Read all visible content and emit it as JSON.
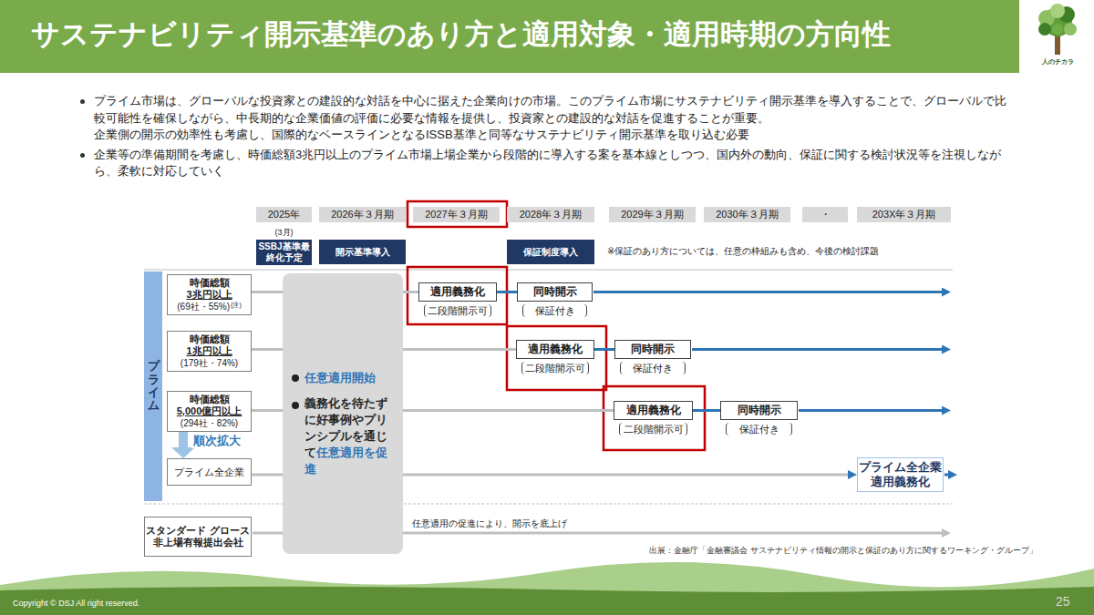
{
  "diagram": {
    "title": "サステナビリティ開示基準のあり方と適用対象・適用時期の方向性",
    "nodes": [
      {
        "text": [
          "2025年"
        ]
      },
      {
        "text": [
          "2026年３月期"
        ]
      },
      {
        "text": [
          "2027年３月期"
        ]
      },
      {
        "text": [
          "2028年３月期"
        ]
      },
      {
        "text": [
          "2029年３月期"
        ]
      },
      {
        "text": [
          "2030年３月期"
        ]
      },
      {
        "text": [
          "・"
        ]
      },
      {
        "text": [
          "203X年３月期"
        ]
      },
      {
        "text": [
          "(3月)",
          "SSBJ基準最終化予定"
        ]
      },
      {
        "text": [
          "開示基準導入"
        ]
      },
      {
        "text": [
          "保証制度導入"
        ]
      },
      {
        "text": [
          "プライム"
        ]
      },
      {
        "text": [
          "時価総額",
          "3兆円以上",
          "(69社・55%)",
          "(注)"
        ]
      },
      {
        "text": [
          "時価総額",
          "1兆円以上",
          "(179社・74%)"
        ]
      },
      {
        "text": [
          "時価総額",
          "5,000億円以上",
          "(294社・82%)"
        ]
      },
      {
        "text": [
          "プライム全企業"
        ]
      },
      {
        "text": [
          "任意適用開始",
          "義務化を待たずに好事例やプリンシプルを通じて",
          "任意適用を促進"
        ]
      },
      {
        "text": [
          "適用義務化",
          "二段階開示可"
        ]
      },
      {
        "text": [
          "同時開示",
          "保証付き"
        ]
      },
      {
        "text": [
          "適用義務化",
          "二段階開示可"
        ]
      },
      {
        "text": [
          "同時開示",
          "保証付き"
        ]
      },
      {
        "text": [
          "適用義務化",
          "二段階開示可"
        ]
      },
      {
        "text": [
          "同時開示",
          "保証付き"
        ]
      },
      {
        "text": [
          "プライム全企業 適用義務化"
        ]
      },
      {
        "text": [
          "スタンダード グロース 非上場有報提出会社"
        ]
      }
    ],
    "edges": [
      {
        "from": 12,
        "to": 17,
        "arrow": "none"
      },
      {
        "from": 17,
        "to": 18,
        "arrow": "none"
      },
      {
        "from": 13,
        "to": 19,
        "arrow": "none"
      },
      {
        "from": 19,
        "to": 20,
        "arrow": "none"
      },
      {
        "from": 14,
        "to": 21,
        "arrow": "none"
      },
      {
        "from": 21,
        "to": 22,
        "arrow": "none"
      },
      {
        "from": 15,
        "to": 23,
        "arrow": "to"
      },
      {
        "from": 14,
        "to": 15,
        "arrow": "to",
        "label": "順次拡大"
      }
    ],
    "labels": [
      "人のチカラ",
      "プライム市場は、グローバルな投資家との建設的な対話を中心に据えた企業向けの市場。このプライム市場にサステナビリティ開示基準を導入することで、グローバルで比較可能性を確保しながら、中長期的な企業価値の評価に必要な情報を提供し、投資家との建設的な対話を促進することが重要。",
      "企業側の開示の効率性も考慮し、国際的なベースラインとなるISSB基準と同等なサステナビリティ開示基準を取り込む必要",
      "企業等の準備期間を考慮し、時価総額3兆円以上のプライム市場上場企業から段階的に導入する案を基本線としつつ、国内外の動向、保証に関する検討状況等を注視しながら、柔軟に対応していく",
      "※保証のあり方については、任意の枠組みも含め、今後の検討課題",
      "任意適用の促進により、開示を底上げ",
      "出展：金融庁「金融審議会 サステナビリティ情報の開示と保証のあり方に関するワーキング・グループ」",
      "Copyright © DSJ All right reserved.",
      "25"
    ]
  }
}
